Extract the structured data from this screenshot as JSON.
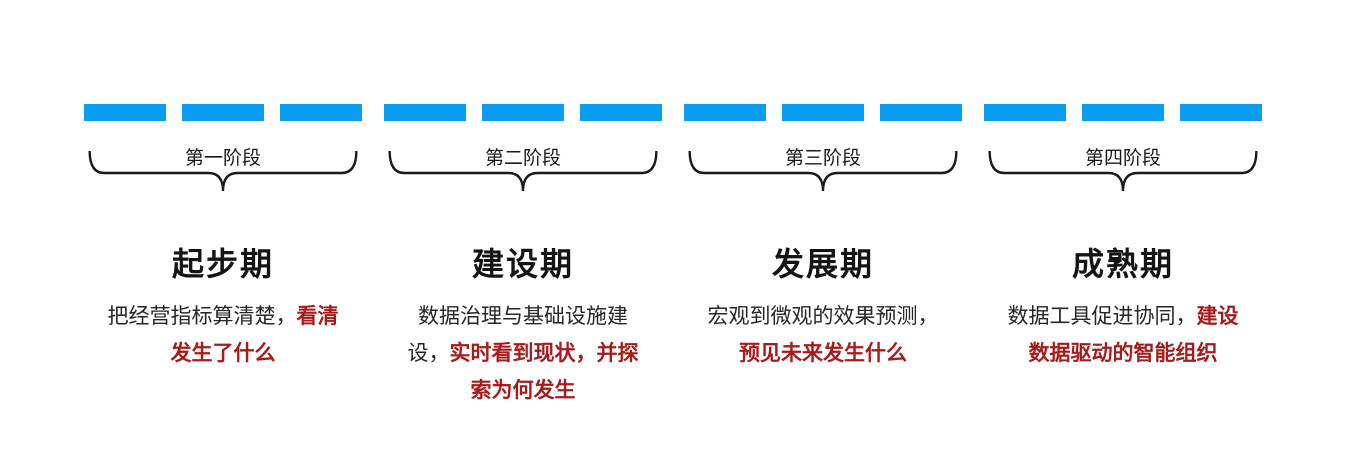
{
  "colors": {
    "dash_blue": "#0c9df2",
    "highlight_red": "#a61c1c"
  },
  "stages": [
    {
      "label": "第一阶段",
      "title": "起步期",
      "desc_black": "把经营指标算清楚，",
      "desc_red": "看清发生了什么"
    },
    {
      "label": "第二阶段",
      "title": "建设期",
      "desc_black": "数据治理与基础设施建设，",
      "desc_red": "实时看到现状，并探索为何发生"
    },
    {
      "label": "第三阶段",
      "title": "发展期",
      "desc_black": "宏观到微观的效果预测，",
      "desc_red": "预见未来发生什么"
    },
    {
      "label": "第四阶段",
      "title": "成熟期",
      "desc_black": "数据工具促进协同，",
      "desc_red": "建设数据驱动的智能组织"
    }
  ]
}
